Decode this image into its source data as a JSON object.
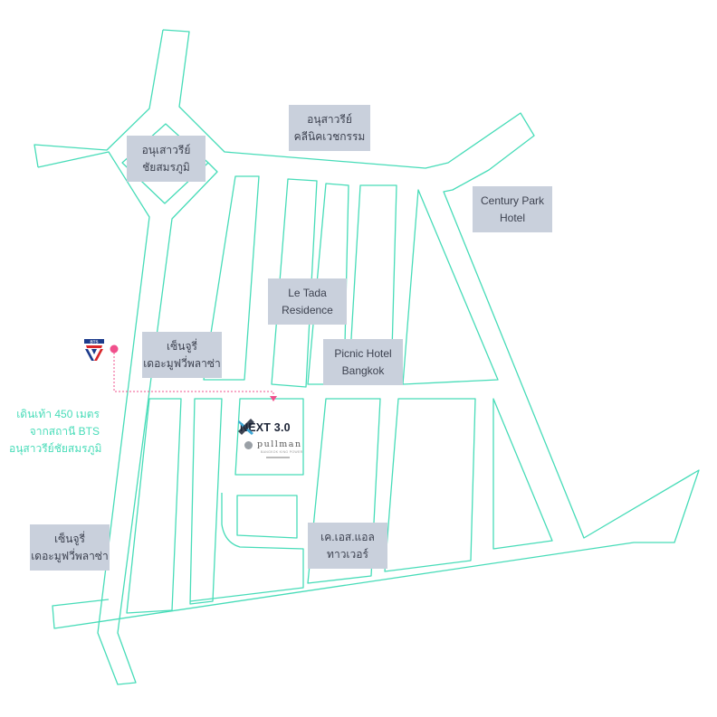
{
  "colors": {
    "road": "#47dcb8",
    "label_bg": "#c9d0dc",
    "label_text": "#3d4250",
    "walk_path": "#f0508c",
    "walk_text": "#47dcb8"
  },
  "labels": {
    "victory_monument": [
      "อนุเสาวรีย์",
      "ชัยสมรภูมิ"
    ],
    "anusawari_clinic": [
      "อนุสาวรีย์",
      "คลีนิคเวชกรรม"
    ],
    "century_park": [
      "Century Park",
      "Hotel"
    ],
    "le_tada": [
      "Le Tada",
      "Residence"
    ],
    "picnic_hotel": [
      "Picnic Hotel",
      "Bangkok"
    ],
    "centre_point_1": [
      "เซ็นจูรี่",
      "เดอะมูฟวี่พลาซ่า"
    ],
    "centre_point_2": [
      "เซ็นจูรี่",
      "เดอะมูฟวี่พลาซ่า"
    ],
    "kl_tower": [
      "เค.เอส.แอล",
      "ทาวเวอร์"
    ]
  },
  "walk_info": [
    "เดินเท้า 450 เมตร",
    "จากสถานี BTS",
    "อนุสาวรีย์ชัยสมรภูมิ"
  ],
  "bts_logo": "BTS",
  "next_logo": {
    "text": "NEXT 3.0",
    "icon": "x-satellite-icon"
  },
  "pullman_logo": {
    "word": "pullman",
    "tagline": "BANGKOK KING POWER",
    "icon": "pullman-circle-icon"
  }
}
